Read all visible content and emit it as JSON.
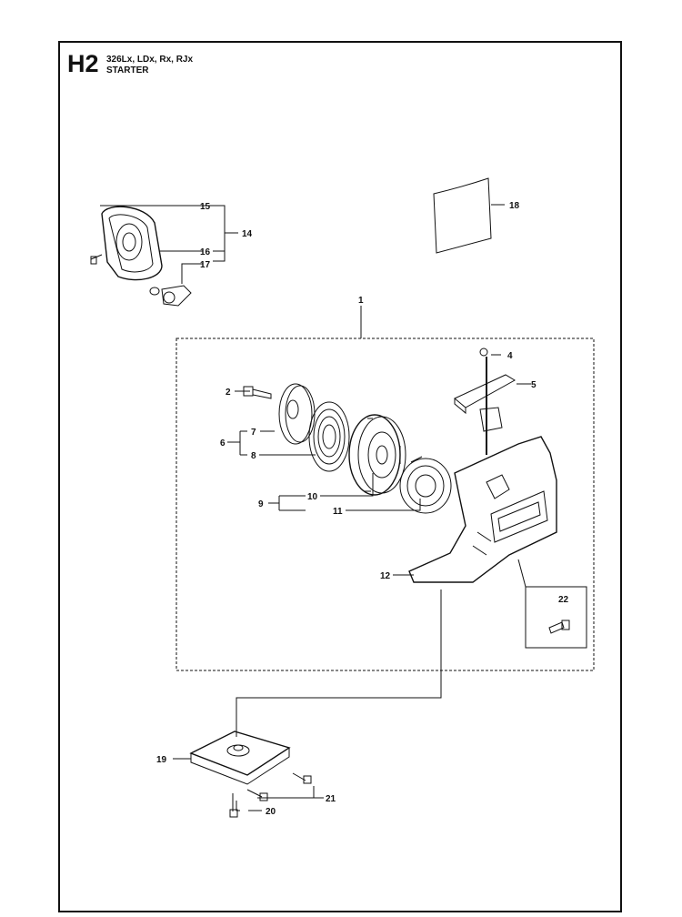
{
  "header": {
    "section_code": "H2",
    "models": "326Lx, LDx, Rx, RJx",
    "section_title": "STARTER"
  },
  "callouts": {
    "c1": "1",
    "c2": "2",
    "c4": "4",
    "c5": "5",
    "c6": "6",
    "c7": "7",
    "c8": "8",
    "c9": "9",
    "c10": "10",
    "c11": "11",
    "c12": "12",
    "c14": "14",
    "c15": "15",
    "c16": "16",
    "c17": "17",
    "c18": "18",
    "c19": "19",
    "c20": "20",
    "c21": "21",
    "c22": "22"
  }
}
